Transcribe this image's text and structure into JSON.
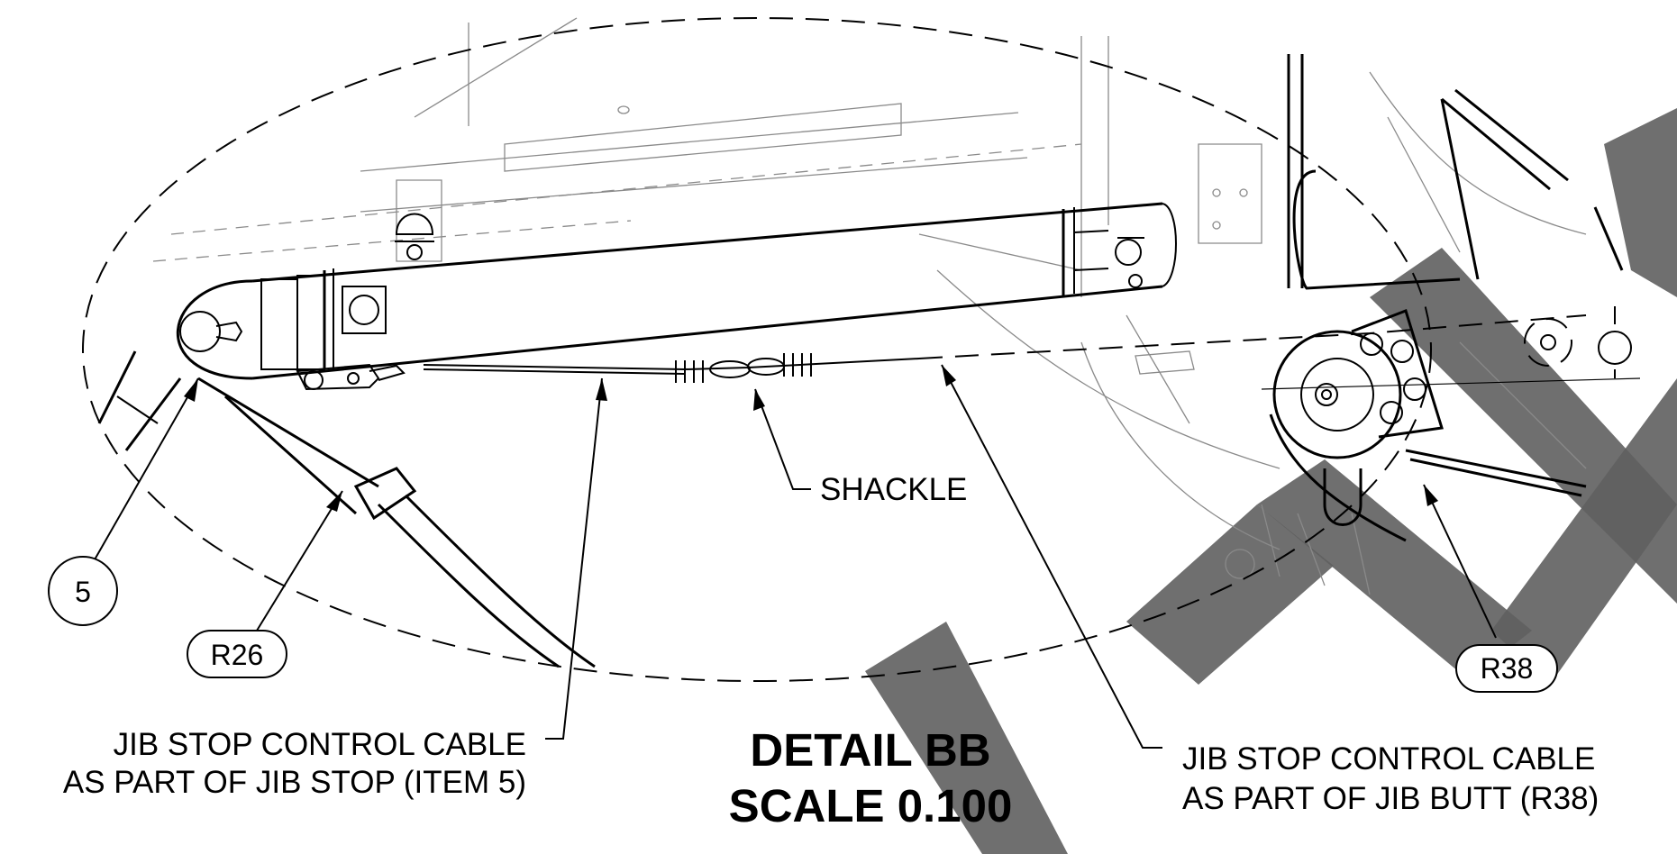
{
  "detail": {
    "title": "DETAIL BB",
    "scale": "SCALE 0.100"
  },
  "callouts": {
    "shackle": "SHACKLE",
    "cable_stop_line1": "JIB STOP CONTROL CABLE",
    "cable_stop_line2": "AS PART OF JIB STOP (ITEM 5)",
    "cable_butt_line1": "JIB STOP CONTROL CABLE",
    "cable_butt_line2": "AS PART OF JIB BUTT (R38)"
  },
  "balloons": {
    "item_5": "5",
    "ref_r26": "R26",
    "ref_r38": "R38"
  },
  "colors": {
    "line": "#000000",
    "background_lines": "#8a8a8a",
    "watermark": "#5f5f5f"
  }
}
